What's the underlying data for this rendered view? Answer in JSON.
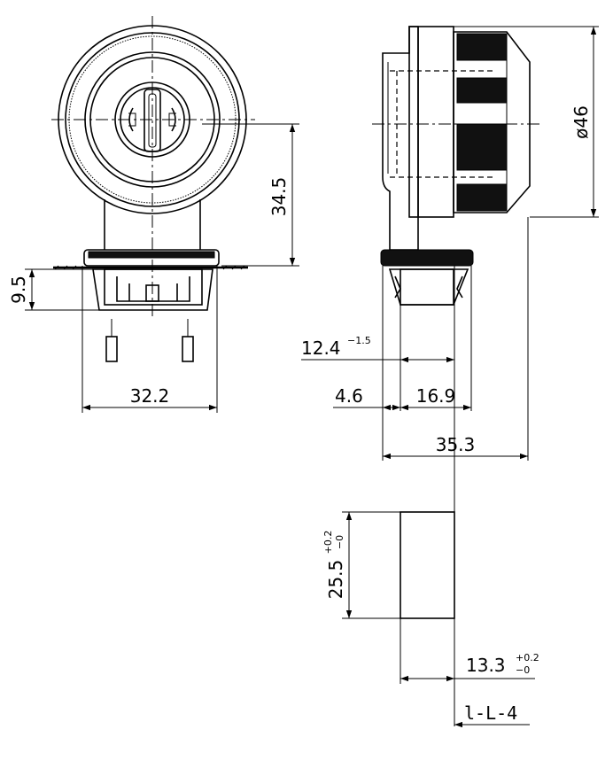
{
  "dimensions": {
    "height_34_5": "34.5",
    "height_9_5": "9.5",
    "width_32_2": "32.2",
    "diameter_46": "ø46",
    "width_12_4": "12.4",
    "tol_12_4": "−1.5",
    "width_4_6": "4.6",
    "width_16_9": "16.9",
    "width_35_3": "35.3",
    "cutout_25_5": "25.5",
    "tol_25_5_upper": "+0.2",
    "tol_25_5_lower": "−0",
    "cutout_13_3": "13.3",
    "tol_13_3_upper": "+0.2",
    "tol_13_3_lower": "−0",
    "lever_label": "l-L-4"
  }
}
